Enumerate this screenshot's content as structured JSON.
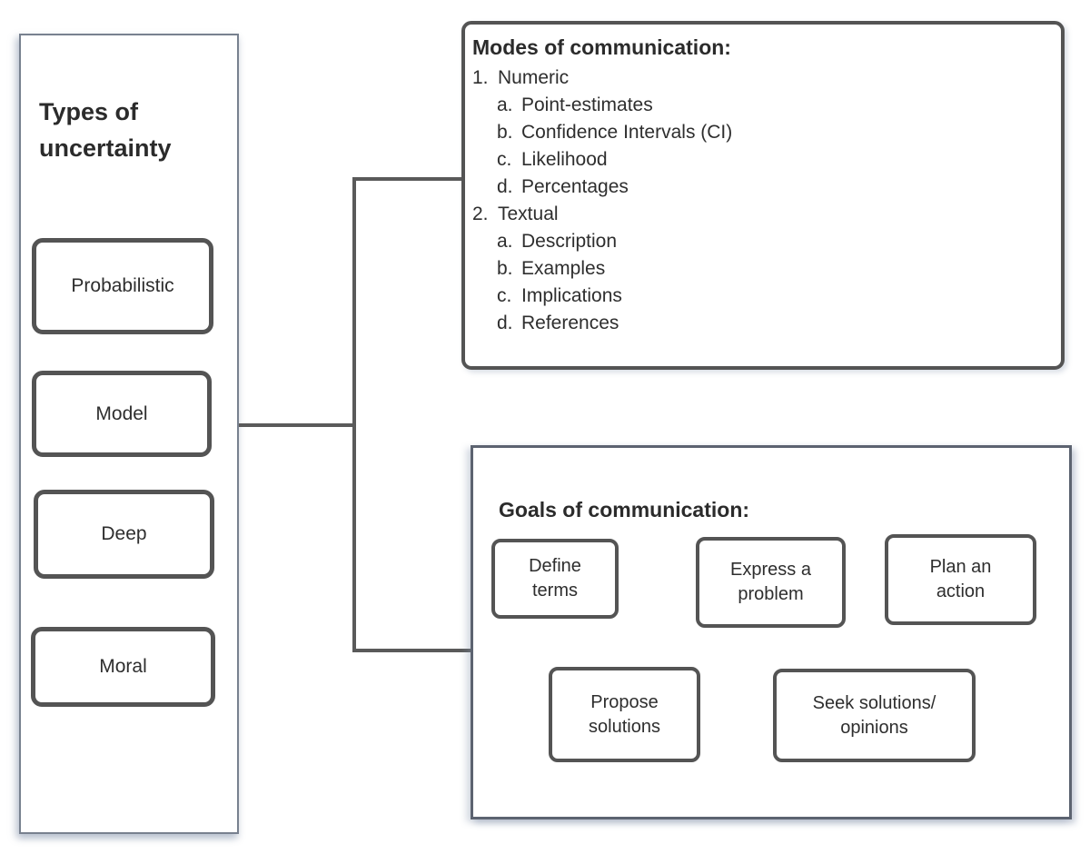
{
  "types_panel": {
    "title": "Types of\nuncertainty",
    "boxes": [
      {
        "label": "Probabilistic"
      },
      {
        "label": "Model"
      },
      {
        "label": "Deep"
      },
      {
        "label": "Moral"
      }
    ]
  },
  "modes_panel": {
    "title": "Modes of communication:",
    "items": [
      {
        "marker": "1.",
        "label": "Numeric",
        "level": 1
      },
      {
        "marker": "a.",
        "label": "Point-estimates",
        "level": 2
      },
      {
        "marker": "b.",
        "label": "Confidence Intervals (CI)",
        "level": 2
      },
      {
        "marker": "c.",
        "label": "Likelihood",
        "level": 2
      },
      {
        "marker": "d.",
        "label": "Percentages",
        "level": 2
      },
      {
        "marker": "2.",
        "label": "Textual",
        "level": 1
      },
      {
        "marker": "a.",
        "label": "Description",
        "level": 2
      },
      {
        "marker": "b.",
        "label": "Examples",
        "level": 2
      },
      {
        "marker": "c.",
        "label": "Implications",
        "level": 2
      },
      {
        "marker": "d.",
        "label": "References",
        "level": 2
      }
    ]
  },
  "goals_panel": {
    "title": "Goals of communication:",
    "boxes": [
      {
        "label": "Define\nterms"
      },
      {
        "label": "Express a\nproblem"
      },
      {
        "label": "Plan an\naction"
      },
      {
        "label": "Propose\nsolutions"
      },
      {
        "label": "Seek solutions/\nopinions"
      }
    ]
  },
  "colors": {
    "box_border": "#545454",
    "types_panel_border": "#78818f",
    "goals_panel_border": "#5c6370",
    "connector": "#5a5a5a",
    "text": "#2e2e2e"
  }
}
